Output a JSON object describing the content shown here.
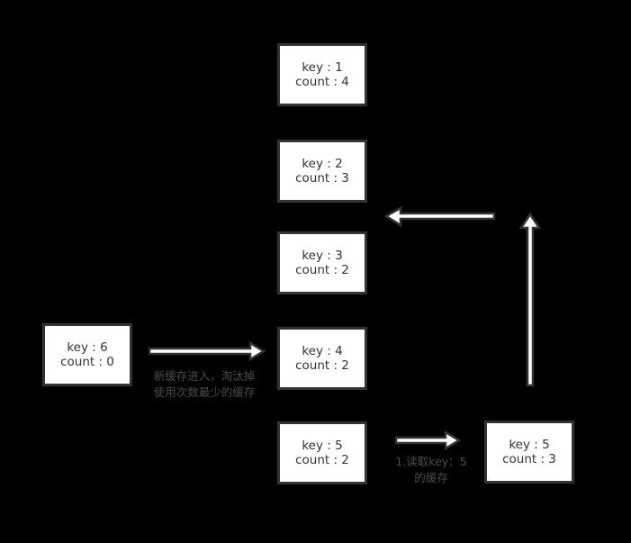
{
  "nodes": [
    {
      "key": "key : 1",
      "count": "count : 4"
    },
    {
      "key": "key : 2",
      "count": "count : 3"
    },
    {
      "key": "key : 3",
      "count": "count : 2"
    },
    {
      "key": "key : 4",
      "count": "count : 2"
    },
    {
      "key": "key : 5",
      "count": "count : 2"
    },
    {
      "key": "key : 6",
      "count": "count : 0"
    },
    {
      "key": "key : 5",
      "count": "count : 3"
    }
  ],
  "labels": {
    "evict_line1": "新缓存进入，淘汰掉",
    "evict_line2": "使用次数最少的缓存",
    "read_line1": "1.读取key：5",
    "read_line2": "的缓存"
  },
  "icons": {
    "arrow_insert": "right-arrow",
    "arrow_read": "right-arrow",
    "arrow_move_left": "left-arrow",
    "arrow_promote_up": "up-arrow"
  },
  "colors": {
    "background": "#000000",
    "node_fill": "#ffffff",
    "node_border": "#333333",
    "node_text": "#333333",
    "label_text": "#4a4a4a",
    "arrow_fill": "#ffffff",
    "arrow_outline": "#333333"
  }
}
